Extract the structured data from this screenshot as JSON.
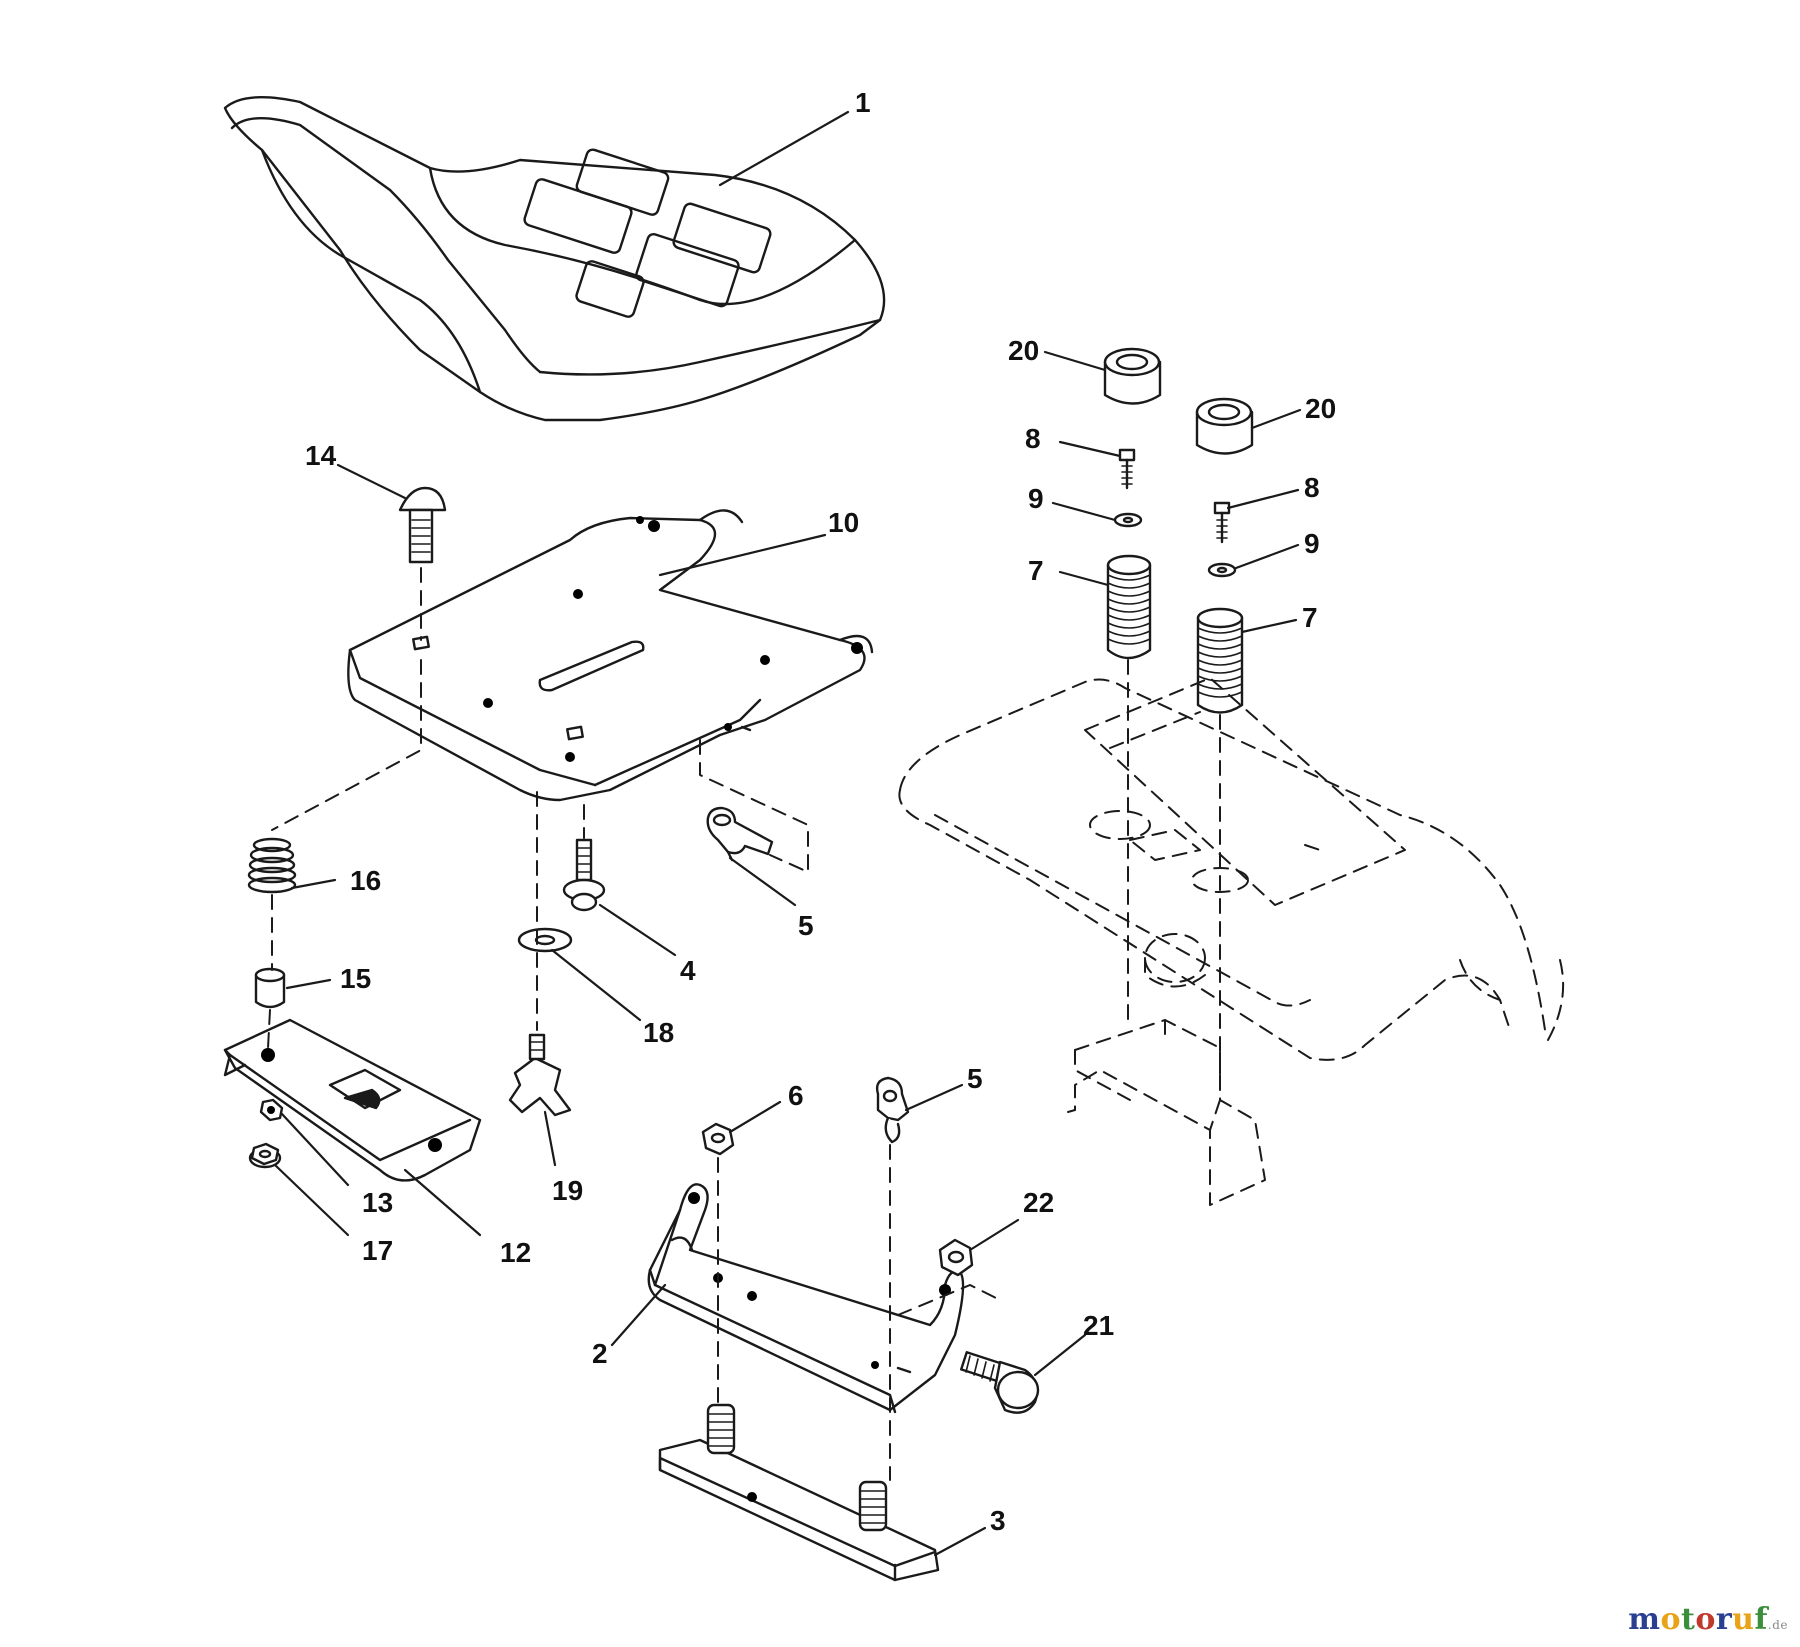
{
  "diagram": {
    "callouts": [
      "1",
      "2",
      "3",
      "4",
      "5",
      "5",
      "6",
      "7",
      "7",
      "8",
      "8",
      "9",
      "9",
      "10",
      "12",
      "13",
      "14",
      "15",
      "16",
      "17",
      "18",
      "19",
      "20",
      "20",
      "21",
      "22"
    ]
  },
  "watermark": {
    "text": "motoruf",
    "suffix": ".de",
    "colors": [
      "#2a3f8f",
      "#e8a317",
      "#3a8f3a",
      "#c0392b",
      "#2a3f8f",
      "#e8a317",
      "#3a8f3a"
    ]
  }
}
